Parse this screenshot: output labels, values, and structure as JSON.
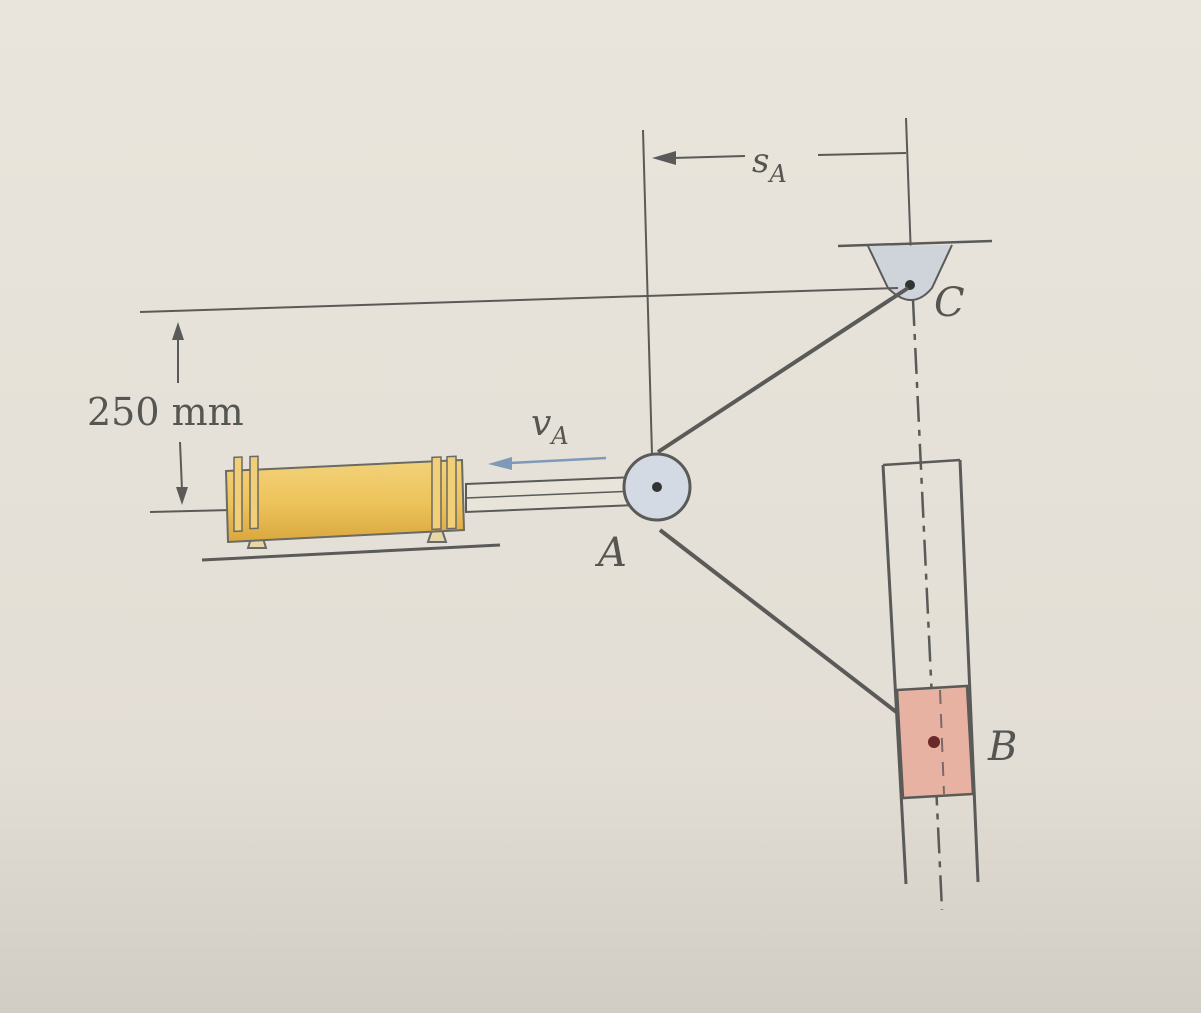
{
  "labels": {
    "sA_main": "s",
    "sA_sub": "A",
    "vA_main": "v",
    "vA_sub": "A",
    "point_A": "A",
    "point_B": "B",
    "point_C": "C",
    "dimension": "250 mm"
  },
  "colors": {
    "paper": "#e6e1d8",
    "line": "#5a5a58",
    "cylinder": "#ecc25a",
    "cylinder_edge": "#b8902e",
    "block_B": "#e7b2a2",
    "pulley": "#c9d3e0",
    "velocity_arrow": "#7e9ab8"
  }
}
